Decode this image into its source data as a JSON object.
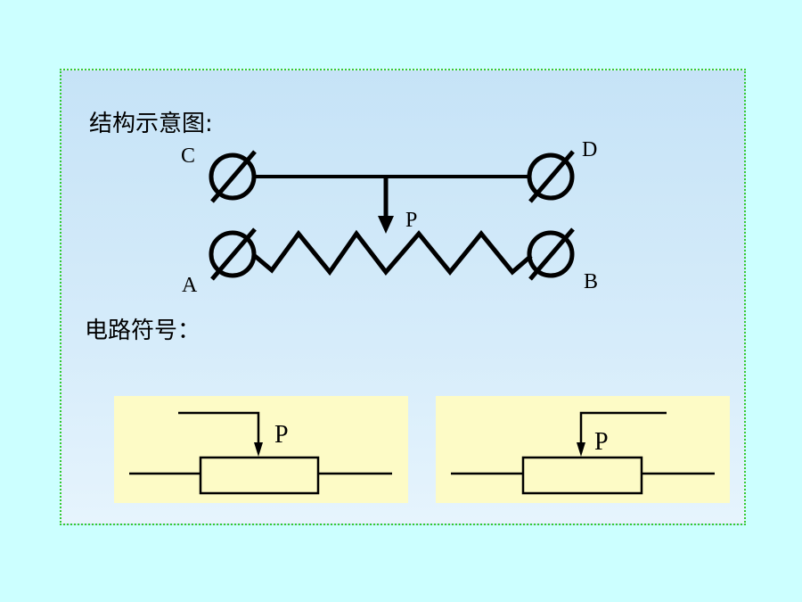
{
  "structure": {
    "heading": "结构示意图:",
    "labels": {
      "c": "C",
      "d": "D",
      "p": "P",
      "a": "A",
      "b": "B"
    }
  },
  "symbol": {
    "heading": "电路符号：",
    "left_label": "P",
    "right_label": "P"
  }
}
